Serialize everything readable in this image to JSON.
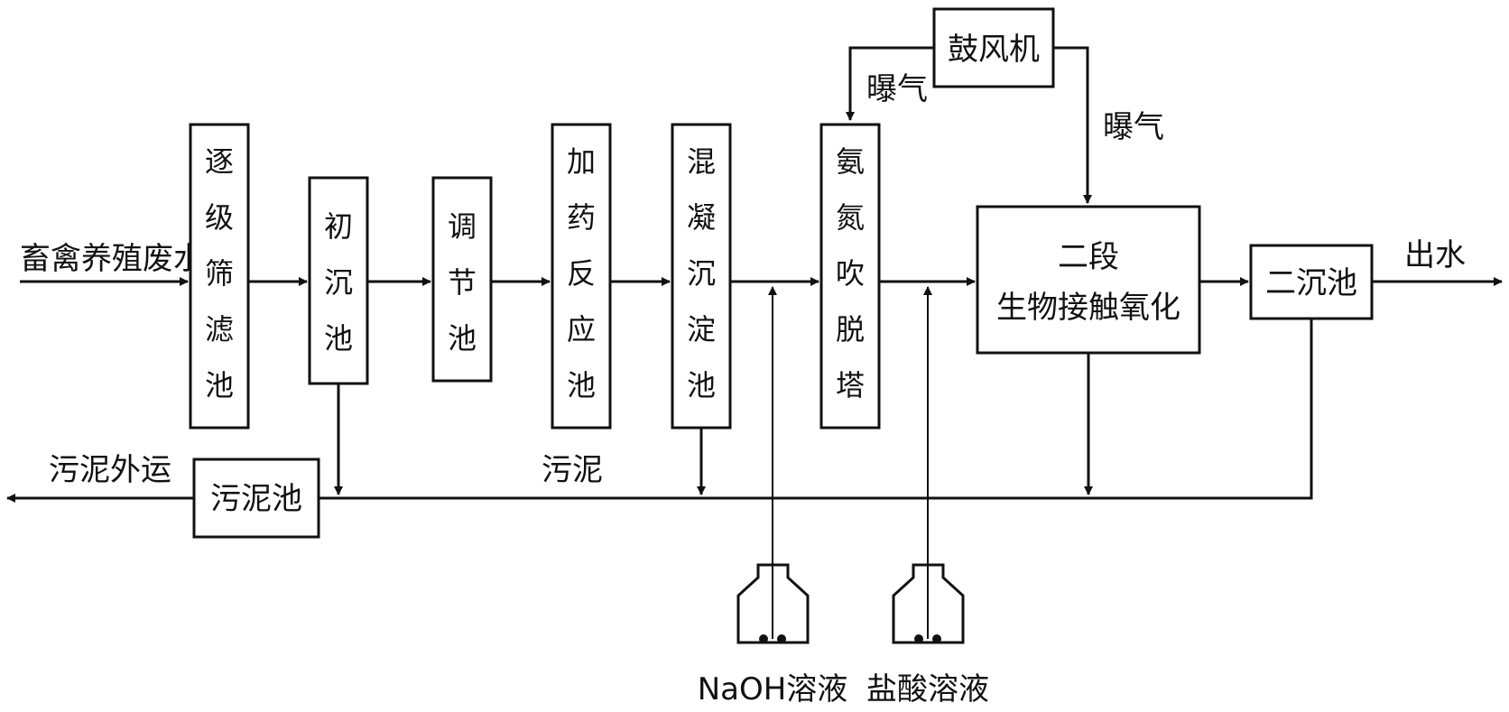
{
  "input_label": "畜禽养殖废水",
  "output_label": "出水",
  "units": {
    "screen_filter": "逐级筛滤池",
    "primary_settling": "初沉池",
    "equalization": "调节池",
    "dosing_reaction": "加药反应池",
    "coagulation_settling": "混凝沉淀池",
    "ammonia_stripping": "氨氮吹脱塔",
    "blower": "鼓风机",
    "bio_contact_line1": "二段",
    "bio_contact_line2": "生物接触氧化",
    "secondary_settling": "二沉池",
    "sludge_tank": "污泥池"
  },
  "labels": {
    "aeration_left": "曝气",
    "aeration_right": "曝气",
    "sludge": "污泥",
    "sludge_out": "污泥外运",
    "naoh": "NaOH溶液",
    "hcl": "盐酸溶液"
  }
}
